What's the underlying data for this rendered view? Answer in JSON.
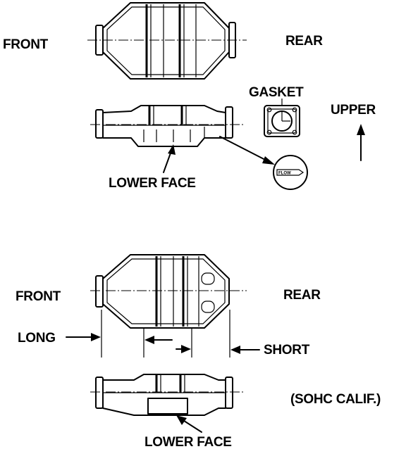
{
  "labels": {
    "front_top": "FRONT",
    "rear_top": "REAR",
    "gasket": "GASKET",
    "upper": "UPPER",
    "lower_face_top": "LOWER FACE",
    "flow_stamp": "FLOW",
    "front_bottom": "FRONT",
    "rear_bottom": "REAR",
    "long": "LONG",
    "short": "SHORT",
    "sohc_calif": "(SOHC CALIF.)",
    "lower_face_bottom": "LOWER FACE"
  }
}
